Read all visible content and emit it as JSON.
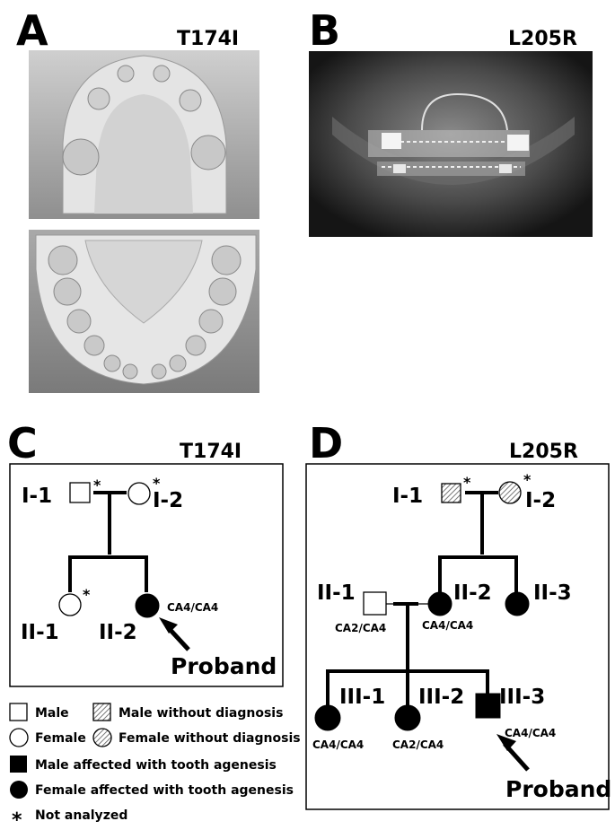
{
  "panels": {
    "a": {
      "letter": "A",
      "mutation": "T174I"
    },
    "b": {
      "letter": "B",
      "mutation": "L205R"
    },
    "c": {
      "letter": "C",
      "mutation": "T174I",
      "labels": {
        "i1": "I-1",
        "i2": "I-2",
        "ii1": "II-1",
        "ii2": "II-2"
      },
      "genotypes": {
        "ii2": "CA4/CA4"
      },
      "proband": "Proband"
    },
    "d": {
      "letter": "D",
      "mutation": "L205R",
      "labels": {
        "i1": "I-1",
        "i2": "I-2",
        "ii1": "II-1",
        "ii2": "II-2",
        "ii3": "II-3",
        "iii1": "III-1",
        "iii2": "III-2",
        "iii3": "III-3"
      },
      "genotypes": {
        "ii1": "CA2/CA4",
        "ii2": "CA4/CA4",
        "iii1": "CA4/CA4",
        "iii2": "CA2/CA4",
        "iii3": "CA4/CA4"
      },
      "proband": "Proband"
    }
  },
  "asterisk": "*",
  "legend": {
    "male": "Male",
    "female": "Female",
    "male_no_dx": "Male without diagnosis",
    "female_no_dx": "Female without diagnosis",
    "male_affected": "Male affected with tooth agenesis",
    "female_affected": "Female affected with tooth agenesis",
    "not_analyzed": "Not analyzed"
  }
}
